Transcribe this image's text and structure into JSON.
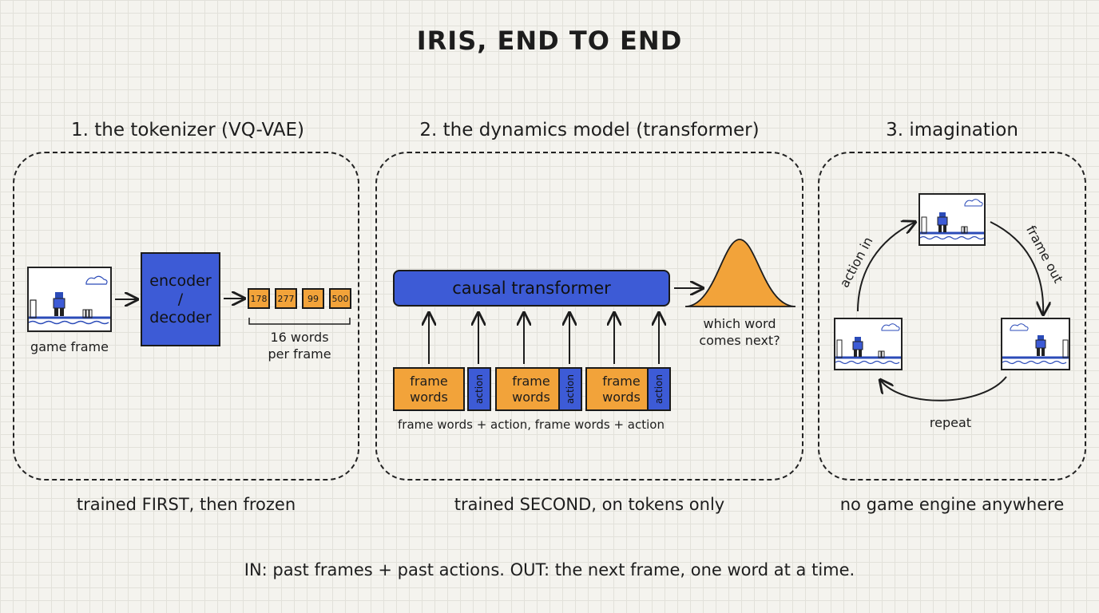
{
  "title": "IRIS, END TO END",
  "sections": {
    "tokenizer": {
      "heading": "1. the tokenizer (VQ-VAE)",
      "game_frame_label": "game frame",
      "encoder_label_1": "encoder",
      "encoder_label_2": "/",
      "encoder_label_3": "decoder",
      "tokens": [
        "178",
        "277",
        "99",
        "500"
      ],
      "tokens_label_1": "16 words",
      "tokens_label_2": "per frame",
      "caption": "trained FIRST, then frozen"
    },
    "dynamics": {
      "heading": "2. the dynamics model (transformer)",
      "transformer_label": "causal transformer",
      "frame_words_label_1": "frame",
      "frame_words_label_2": "words",
      "action_label": "action",
      "sequence_label": "frame words + action, frame words + action",
      "next_label_1": "which word",
      "next_label_2": "comes next?",
      "caption": "trained SECOND, on tokens only"
    },
    "imagination": {
      "heading": "3. imagination",
      "action_in": "action in",
      "frame_out": "frame out",
      "repeat": "repeat",
      "caption": "no game engine anywhere"
    }
  },
  "footer": "IN: past frames + past actions. OUT: the next frame, one word at a time.",
  "colors": {
    "blue": "#3d5bd6",
    "orange": "#f2a33a",
    "ink": "#1d1d1d",
    "paper": "#f4f3ee"
  },
  "icons": [
    "arrow-right-icon",
    "arrow-up-icon",
    "bell-curve-icon",
    "game-frame-thumbnail",
    "cycle-arrow-icon"
  ]
}
